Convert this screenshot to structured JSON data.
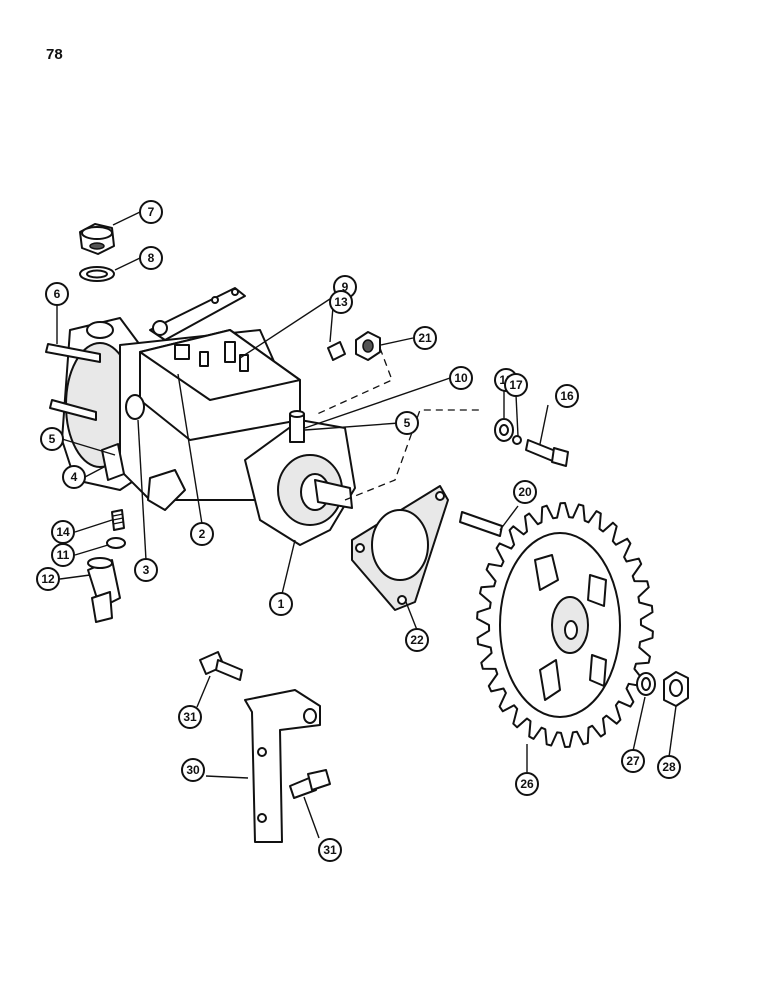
{
  "page": {
    "number": "78"
  },
  "callouts": [
    {
      "label": "7"
    },
    {
      "label": "8"
    },
    {
      "label": "6"
    },
    {
      "label": "9"
    },
    {
      "label": "13"
    },
    {
      "label": "21"
    },
    {
      "label": "10"
    },
    {
      "label": "18"
    },
    {
      "label": "17"
    },
    {
      "label": "16"
    },
    {
      "label": "5"
    },
    {
      "label": "5"
    },
    {
      "label": "4"
    },
    {
      "label": "14"
    },
    {
      "label": "11"
    },
    {
      "label": "12"
    },
    {
      "label": "3"
    },
    {
      "label": "2"
    },
    {
      "label": "1"
    },
    {
      "label": "22"
    },
    {
      "label": "20"
    },
    {
      "label": "26"
    },
    {
      "label": "27"
    },
    {
      "label": "28"
    },
    {
      "label": "31"
    },
    {
      "label": "30"
    },
    {
      "label": "31"
    }
  ]
}
